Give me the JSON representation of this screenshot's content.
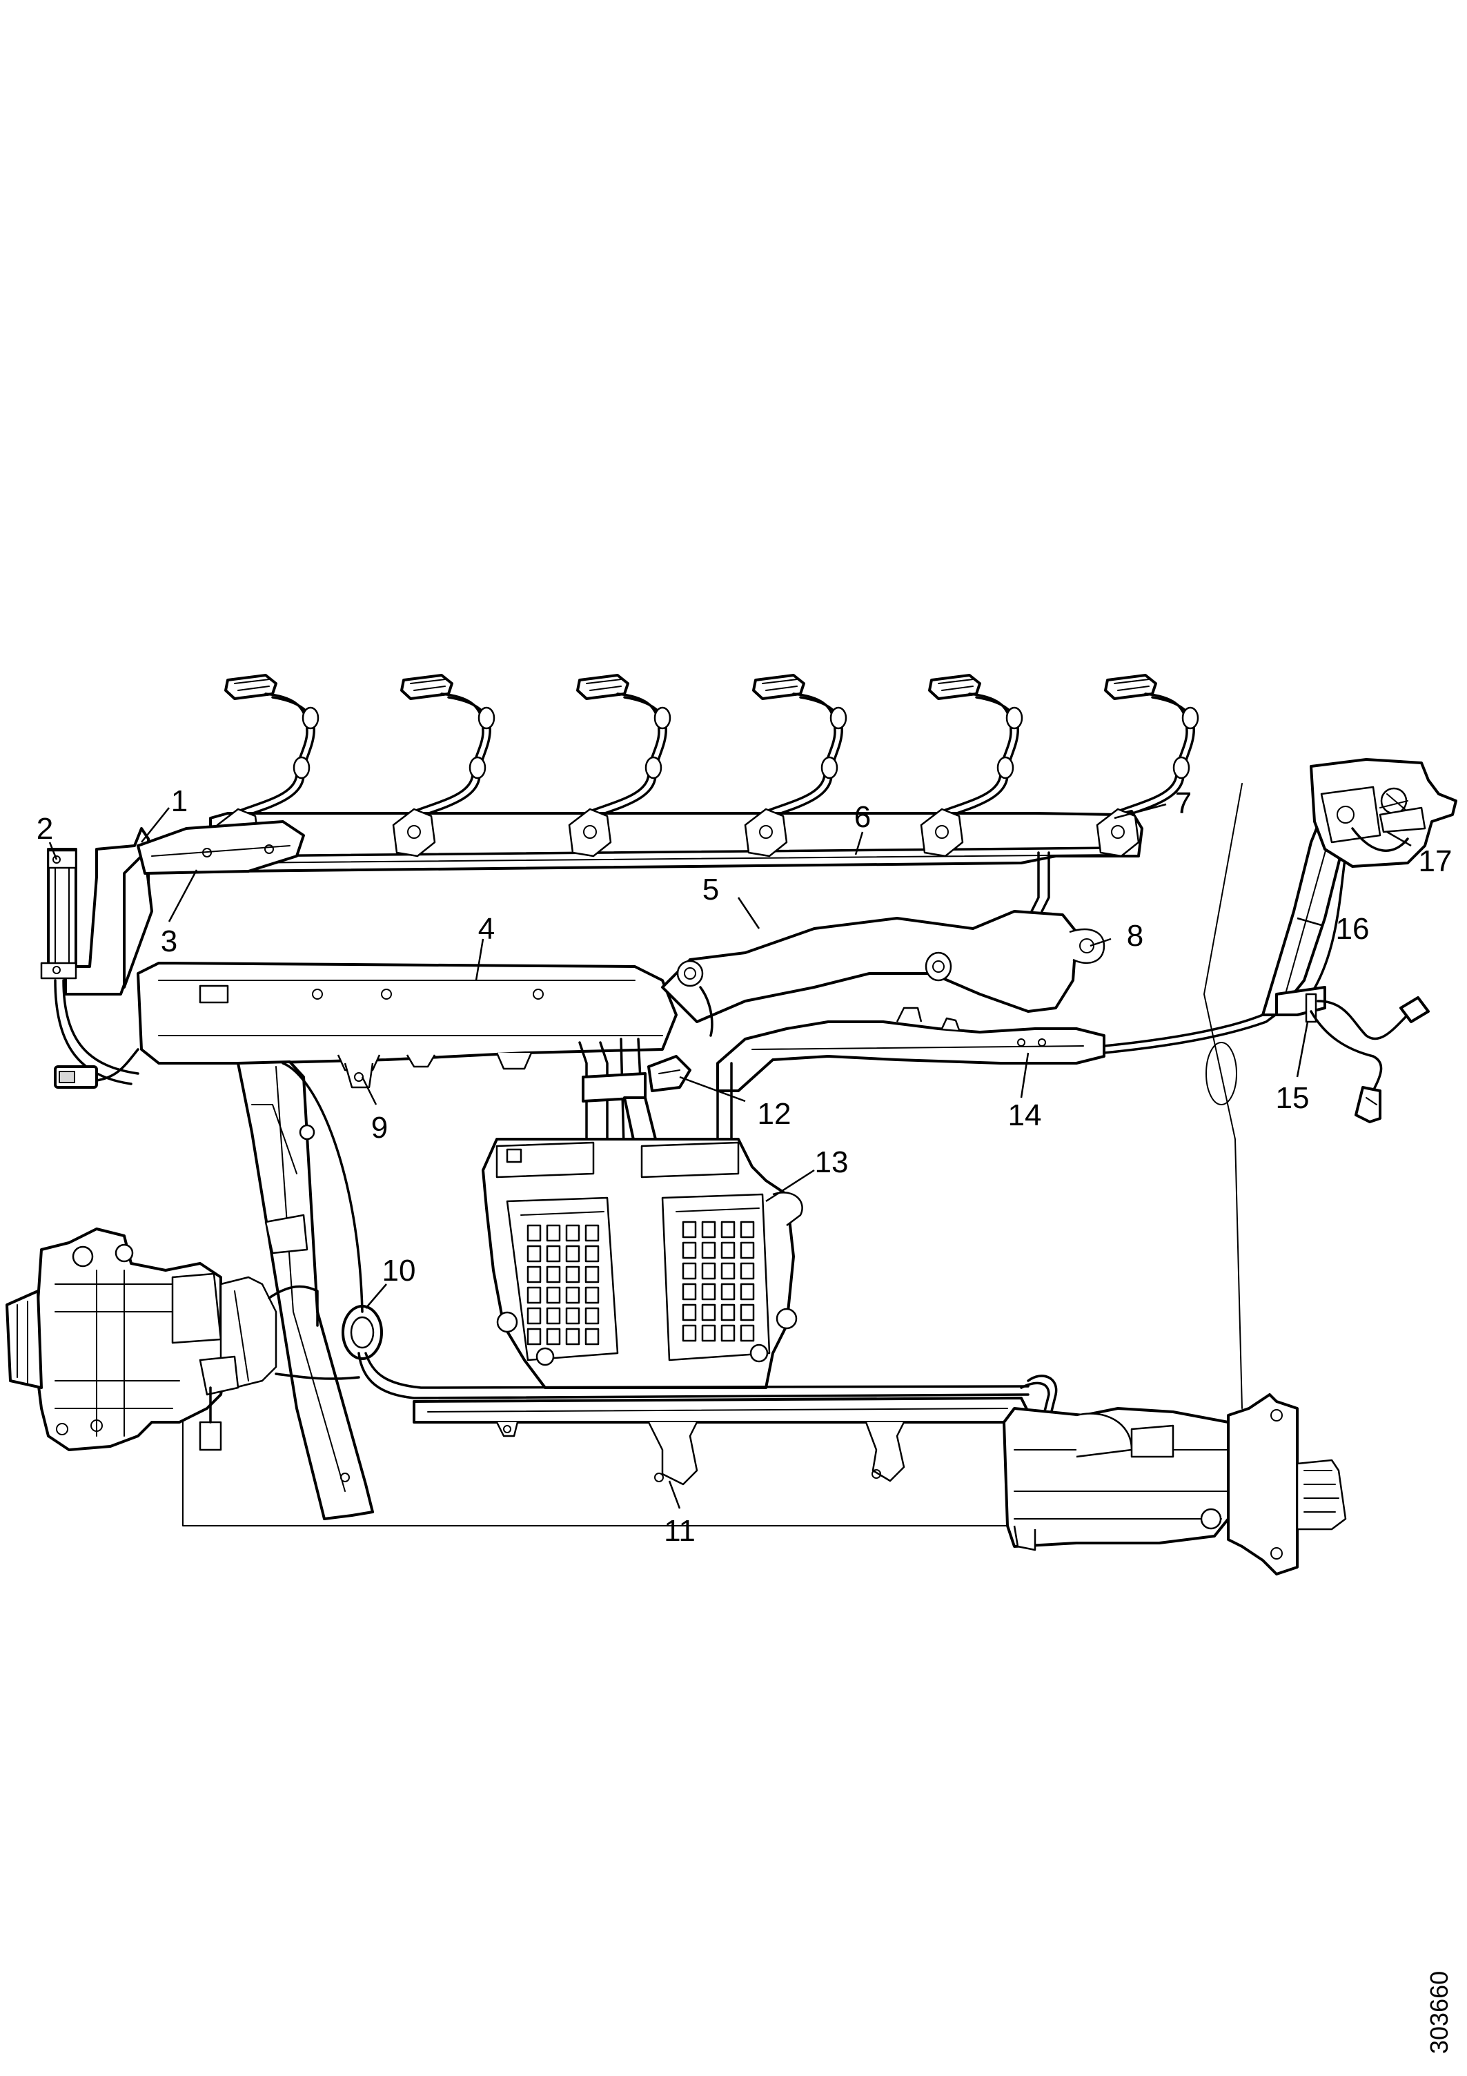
{
  "callouts": [
    {
      "num": "1"
    },
    {
      "num": "2"
    },
    {
      "num": "3"
    },
    {
      "num": "4"
    },
    {
      "num": "5"
    },
    {
      "num": "6"
    },
    {
      "num": "7"
    },
    {
      "num": "8"
    },
    {
      "num": "9"
    },
    {
      "num": "10"
    },
    {
      "num": "11"
    },
    {
      "num": "12"
    },
    {
      "num": "13"
    },
    {
      "num": "14"
    },
    {
      "num": "15"
    },
    {
      "num": "16"
    },
    {
      "num": "17"
    }
  ],
  "doc_id": "303660"
}
